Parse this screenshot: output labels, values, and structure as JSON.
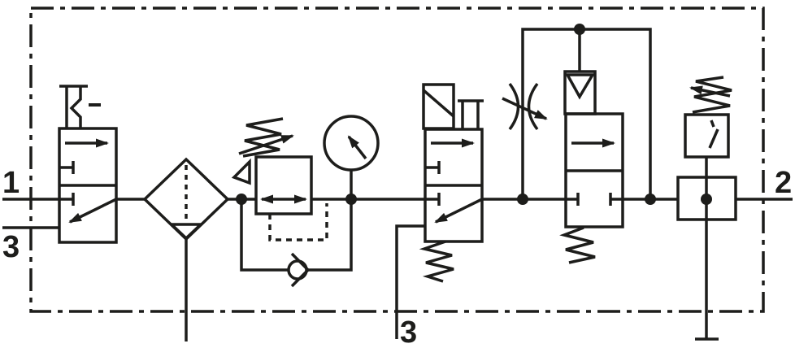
{
  "diagram": {
    "kind": "pneumatic-circuit-schematic",
    "background_color": "#ffffff",
    "line_color": "#1d1d1b",
    "port_labels": {
      "inlet": "1",
      "exhaust_left": "3",
      "exhaust_bottom": "3",
      "outlet": "2"
    },
    "components": [
      "enclosure-boundary",
      "manual-shutoff-valve-3-2",
      "filter-water-separator",
      "pressure-regulator-adjustable",
      "bypass-check-valve",
      "pressure-gauge",
      "solenoid-valve-3-2-spring-return",
      "adjustable-throttle",
      "pilot-operated-soft-start-valve",
      "adjustable-pressure-switch"
    ]
  }
}
